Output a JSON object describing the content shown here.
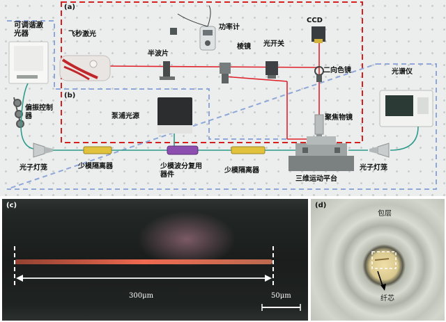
{
  "panel_labels": {
    "a": "(a)",
    "b": "(b)",
    "c": "(c)",
    "d": "(d)"
  },
  "components": {
    "tunable_laser": "可调谐激光器",
    "fs_laser": "飞秒激光",
    "half_wave": "半波片",
    "power_meter": "功率计",
    "prism": "棱镜",
    "shutter": "光开关",
    "ccd": "CCD",
    "dichroic": "二向色镜",
    "spectrometer": "光谱仪",
    "polarization": "偏振控制器",
    "pump_source": "泵浦光源",
    "objective": "聚焦物镜",
    "lantern_left": "光子灯笼",
    "lantern_right": "光子灯笼",
    "isolator_left": "少模隔离器",
    "wdm": "少模波分复用器件",
    "isolator_right": "少模隔离器",
    "stage3d": "三维运动平台"
  },
  "panel_c": {
    "length_label": "300μm",
    "scale_label": "50μm"
  },
  "panel_d": {
    "cladding": "包层",
    "core": "纤芯"
  },
  "colors": {
    "beam": "#e0212a",
    "box_a": "#d62020",
    "box_b": "#8ea6d8",
    "fiber": "#2d9b8a",
    "isolator": "#e1c23c",
    "wdm": "#8c4fb0"
  }
}
